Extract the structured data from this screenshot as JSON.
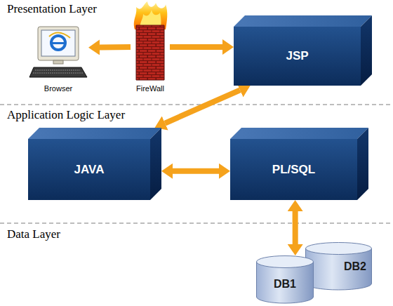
{
  "diagram": {
    "nodes": [
      {
        "text": [
          "Browser"
        ]
      },
      {
        "text": [
          "FireWall"
        ]
      },
      {
        "text": [
          "JSP"
        ]
      },
      {
        "text": [
          "JAVA"
        ]
      },
      {
        "text": [
          "PL/SQL"
        ]
      },
      {
        "text": [
          "DB1"
        ]
      },
      {
        "text": [
          "DB2"
        ]
      }
    ],
    "edges": [
      {
        "from": 1,
        "to": 0,
        "arrow": "to"
      },
      {
        "from": 1,
        "to": 2,
        "arrow": "to"
      },
      {
        "from": 2,
        "to": 3,
        "arrow": "both"
      },
      {
        "from": 3,
        "to": 4,
        "arrow": "both"
      },
      {
        "from": 4,
        "to": 5,
        "arrow": "both"
      }
    ],
    "labels": [
      "Presentation Layer",
      "Application Logic Layer",
      "Data Layer"
    ]
  }
}
